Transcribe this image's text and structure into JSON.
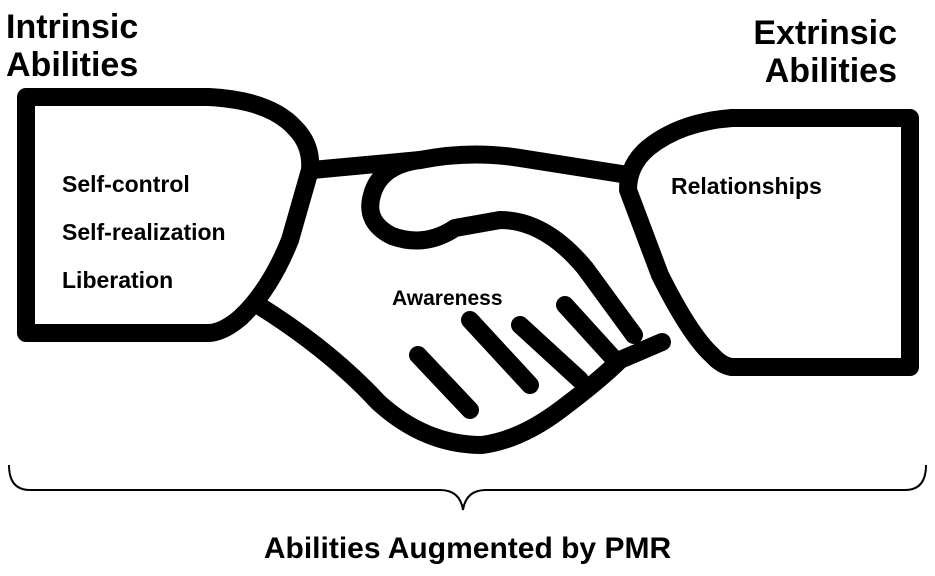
{
  "diagram": {
    "intrinsic": {
      "heading_line1": "Intrinsic",
      "heading_line2": "Abilities",
      "items": [
        "Self-control",
        "Self-realization",
        "Liberation"
      ]
    },
    "extrinsic": {
      "heading_line1": "Extrinsic",
      "heading_line2": "Abilities",
      "items": [
        "Relationships"
      ]
    },
    "center_label": "Awareness",
    "bottom_title": "Abilities Augmented by PMR",
    "icon": "handshake-icon",
    "colors": {
      "stroke": "#000000",
      "background": "#ffffff"
    }
  }
}
